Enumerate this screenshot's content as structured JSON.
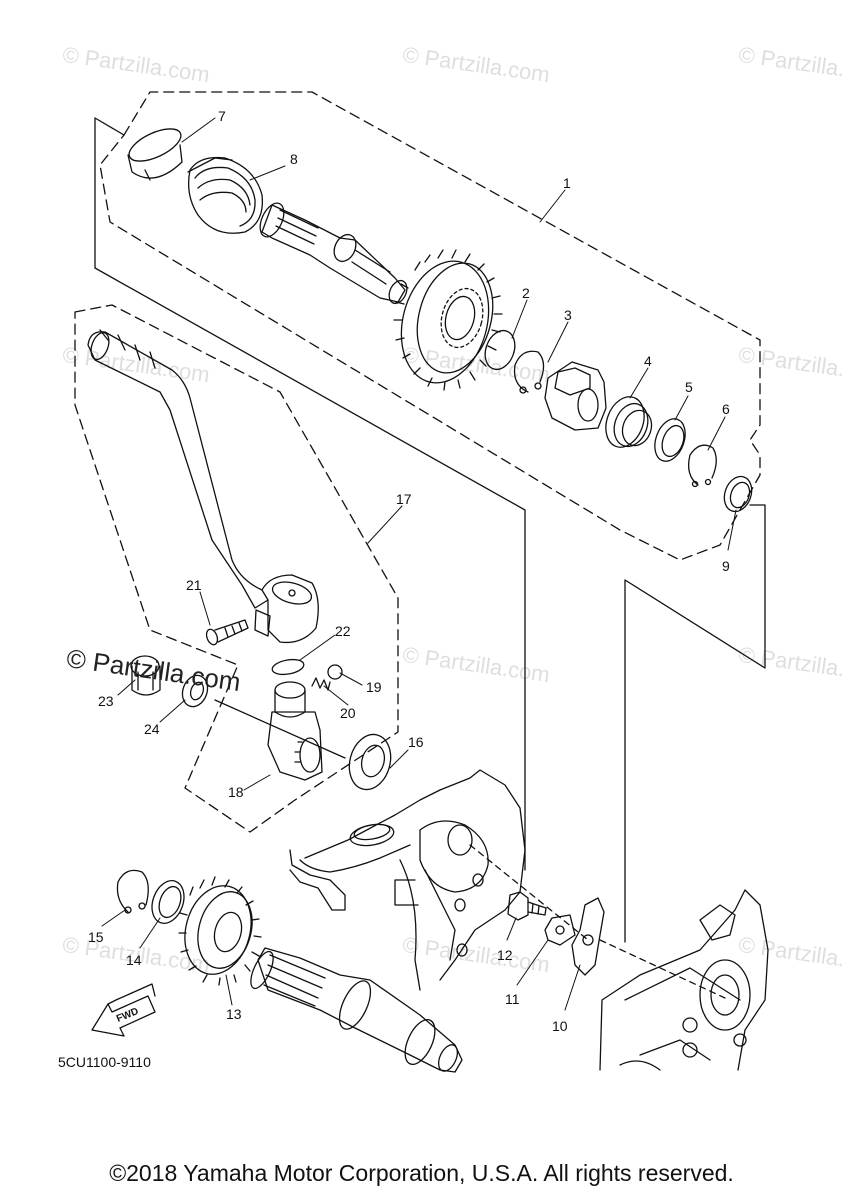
{
  "watermark": "© Partzilla.com",
  "diagram_code": "5CU1100-9110",
  "fwd_label": "FWD",
  "copyright": "©2018 Yamaha Motor Corporation, U.S.A. All rights reserved.",
  "callouts": {
    "n1": "1",
    "n2": "2",
    "n3": "3",
    "n4": "4",
    "n5": "5",
    "n6": "6",
    "n7": "7",
    "n8": "8",
    "n9": "9",
    "n10": "10",
    "n11": "11",
    "n12": "12",
    "n13": "13",
    "n14": "14",
    "n15": "15",
    "n16": "16",
    "n17": "17",
    "n18": "18",
    "n19": "19",
    "n20": "20",
    "n21": "21",
    "n22": "22",
    "n23": "23",
    "n24": "24"
  }
}
